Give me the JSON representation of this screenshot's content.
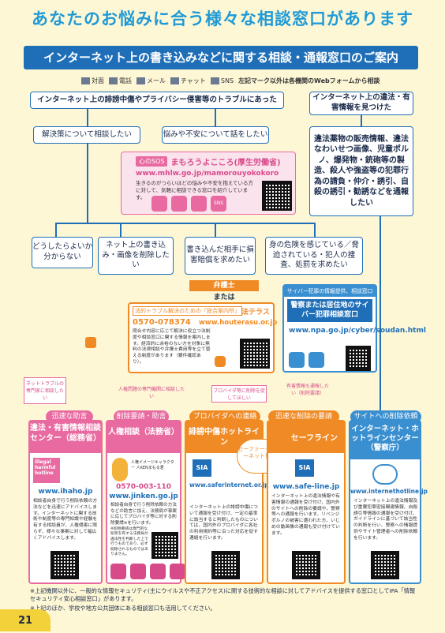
{
  "page_title": "あなたのお悩みに合う様々な相談窓口があります",
  "banner": "インターネット上の書き込みなどに関する相談・通報窓口のご案内",
  "legend": {
    "items": [
      "対面",
      "電話",
      "メール",
      "チャット",
      "SNS"
    ],
    "note": "左記マーク以外は各機関のWebフォームから相談"
  },
  "top": {
    "left": "インターネット上の誹謗中傷やプライバシー侵害等のトラブルにあった",
    "right": "インターネット上の違法・有害情報を見つけた"
  },
  "branch": {
    "consult": "解決策について相談したい",
    "talk": "悩みや不安について話をしたい"
  },
  "sos": {
    "tag": "心のSOS",
    "title": "まもろうよこころ(厚生労働省)",
    "url": "www.mhlw.go.jp/mamorouyokokoro",
    "desc": "生きるのがつらいほどの悩みや不安を抱えている方に対して、気軽に相談できる窓口を紹介しています。",
    "sns": "SNS"
  },
  "illegal": {
    "text": "違法薬物の販売情報、違法なわいせつ画像、児童ポルノ、爆発物・銃砲等の製造、殺人や強盗等の犯罪行為の請負・仲介・誘引、自殺の誘引・勧誘などを通報したい"
  },
  "mid": {
    "a": "どうしたらよいか分からない",
    "b": "ネット上の書き込み・画像を削除したい",
    "c": "書き込んだ相手に損害賠償を求めたい",
    "d": "身の危険を感じている／脅迫されている・犯人の捜査、処罰を求めたい"
  },
  "lawyer": {
    "head": "弁護士",
    "or": "または",
    "tag": "法的トラブル解決のための「総合案内所」",
    "brand": "法テラス",
    "phone": "0570-078374",
    "url": "www.houterasu.or.jp",
    "desc": "問合せ内容に応じて解決に役立つ法制度や相談窓口に関する情報を案内します。経済的に余裕のない方を対象に無料の法律相談や弁護士費用等を立て替える制度があります（要件確認あり）。"
  },
  "cyber": {
    "tag": "サイバー犯罪の情報提供、相談窓口",
    "title": "警察または居住地のサイバー犯罪相談窓口",
    "url": "www.npa.go.jp/cyber/soudan.html"
  },
  "notes": {
    "n1": "ネットトラブルの専門家に相談したい",
    "n2": "人権問題の専門機関に相談したい",
    "n3": "プロバイダ等に削除を促してほしい",
    "n4": "有害情報も通報したい（削除要請）"
  },
  "columns": [
    {
      "pill": "迅速な助言",
      "title": "違法・有害情報相談センター（総務省）",
      "url": "www.ihaho.jp",
      "logo": "illegal harmful hotline",
      "desc": "相談者自身で行う削除依頼の方法などを迅速にアドバイスします。インターネットに関する技術や制度等の専門知識や経験を有する相談員が、人権侵害に限らず、様々な事案に対して幅広くアドバイスします。"
    },
    {
      "pill": "削除要請・助言",
      "title": "人権相談（法務省）",
      "phone": "0570-003-110",
      "url": "www.jinken.go.jp",
      "desc": "相談者自身で行う削除依頼の方法などの助言に加え、法務局が事案に応じてプロバイダ等に対する削除要請※を行います。",
      "note": "※削除要請は専門的な知見を有する法務局が違法性を判断した上で行うものであり、必ず削除されるものではありません。",
      "mascot": "人権イメージキャラクター 人KENまもる君"
    },
    {
      "pill": "プロバイダへの連絡",
      "title": "誹謗中傷ホットライン",
      "url": "www.saferinternet.or.jp/bullying/",
      "desc": "インターネット上の誹謗中傷について通報を受け付け、一定の基準に該当すると判断したものについては、国内外のプロバイダに各社の利用規約等に沿った対応を促す連絡を行います。",
      "center": "セーファーインターネット協会"
    },
    {
      "pill": "迅速な削除の要請",
      "title": "セーフライン",
      "url": "www.safe-line.jp",
      "desc": "インターネット上の違法情報や有害情報の通報を受け付け、国内外のサイトへの削除の要請や、警察等への通報を行います。リベンジポルノの被害に遭われた方、いじめの動画像の通報も受け付けています。"
    },
    {
      "pill": "サイトへの削除依頼",
      "title": "インターネット・ホットラインセンター（警察庁）",
      "url": "www.internethotline.jp",
      "desc": "インターネット上の違法情報及び重要犯罪密接関連情報、自殺誘引等情報の通報を受け付け、ガイドラインに基づいて該当性の判断を行い、警察への情報提供やサイト管理者への削除依頼を行います。"
    }
  ],
  "footnotes": [
    "※上記機関以外に、一般的な情報セキュリティ(主にウイルスや不正アクセス)に関する技術的な相談に対してアドバイスを提供する窓口としてIPA「情報セキュリティ安心相談窓口」があります。",
    "※上記のほか、学校や地方公共団体にある相談窓口も活用してください。"
  ],
  "page_number": "21",
  "colors": {
    "blue": "#1f6fb8",
    "pink": "#e86aa0",
    "orange": "#f08a24",
    "sky": "#3a8fd0",
    "bg": "#fdf7d6"
  }
}
